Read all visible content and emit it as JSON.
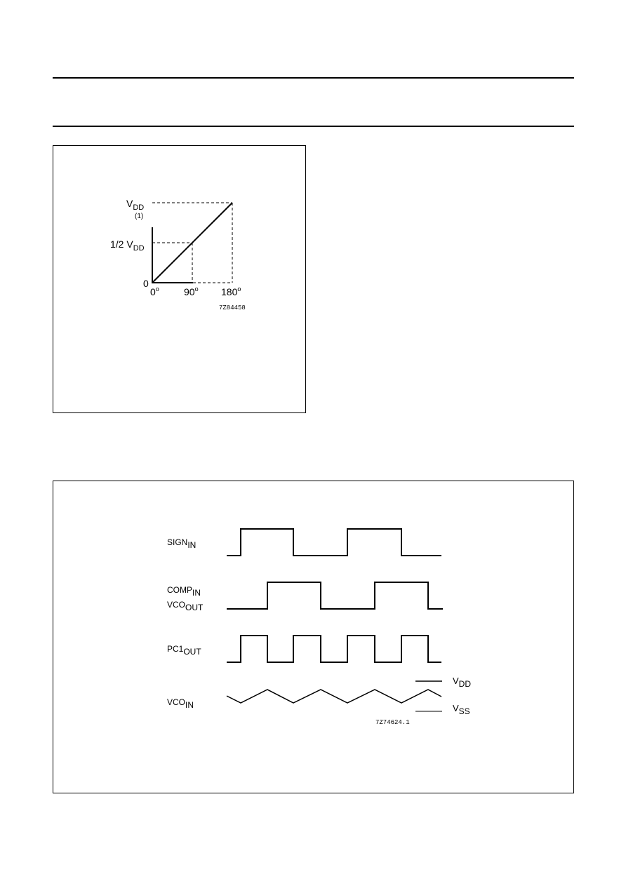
{
  "figure1": {
    "y_label_top": "V",
    "y_label_top_sub": "DD",
    "note_marker": "(1)",
    "y_label_mid_prefix": "1/2 V",
    "y_label_mid_sub": "DD",
    "y_label_zero": "0",
    "x_ticks": [
      {
        "label": "0",
        "sup": "o"
      },
      {
        "label": "90",
        "sup": "o"
      },
      {
        "label": "180",
        "sup": "o"
      }
    ],
    "code": "7Z84458"
  },
  "figure2": {
    "signals": [
      {
        "id": "sign",
        "lines": [
          {
            "main": "SIGN",
            "sub": "IN"
          }
        ]
      },
      {
        "id": "comp",
        "lines": [
          {
            "main": "COMP",
            "sub": "IN"
          },
          {
            "main": "VCO",
            "sub": "OUT"
          }
        ]
      },
      {
        "id": "pc1",
        "lines": [
          {
            "main": "PC1",
            "sub": "OUT"
          }
        ]
      },
      {
        "id": "vcoin",
        "lines": [
          {
            "main": "VCO",
            "sub": "IN"
          }
        ]
      }
    ],
    "vdd_label": "V",
    "vdd_sub": "DD",
    "vss_label": "V",
    "vss_sub": "SS",
    "code": "7Z74624.1"
  }
}
